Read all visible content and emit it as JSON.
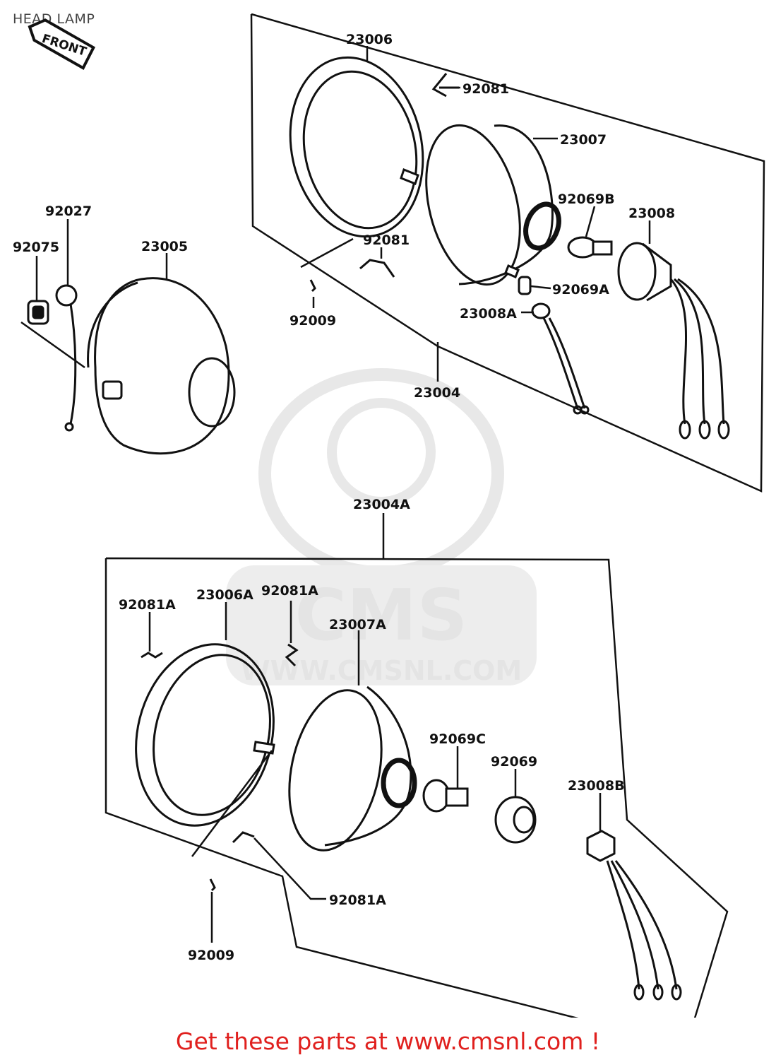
{
  "header": {
    "title": "HEAD LAMP"
  },
  "front_tag": "FRONT",
  "watermark": {
    "brand": "CMS",
    "url": "WWW.CMSNL.COM"
  },
  "parts_upper": {
    "p23006": "23006",
    "p92081_a": "92081",
    "p23007": "23007",
    "p92069B": "92069B",
    "p23008": "23008",
    "p92027": "92027",
    "p92075": "92075",
    "p23005": "23005",
    "p92081_b": "92081",
    "p92009": "92009",
    "p92069A": "92069A",
    "p23008A": "23008A",
    "p23004": "23004"
  },
  "parts_lower": {
    "p23004A": "23004A",
    "p92081A_left": "92081A",
    "p23006A": "23006A",
    "p92081A_mid": "92081A",
    "p23007A": "23007A",
    "p92069C": "92069C",
    "p92069": "92069",
    "p23008B": "23008B",
    "p92081A_bottom": "92081A",
    "p92009": "92009"
  },
  "footer": {
    "text": "Get these parts at www.cmsnl.com !"
  },
  "colors": {
    "footer": "#e0201e",
    "line": "#111111",
    "watermark": "#e2e2e2"
  }
}
